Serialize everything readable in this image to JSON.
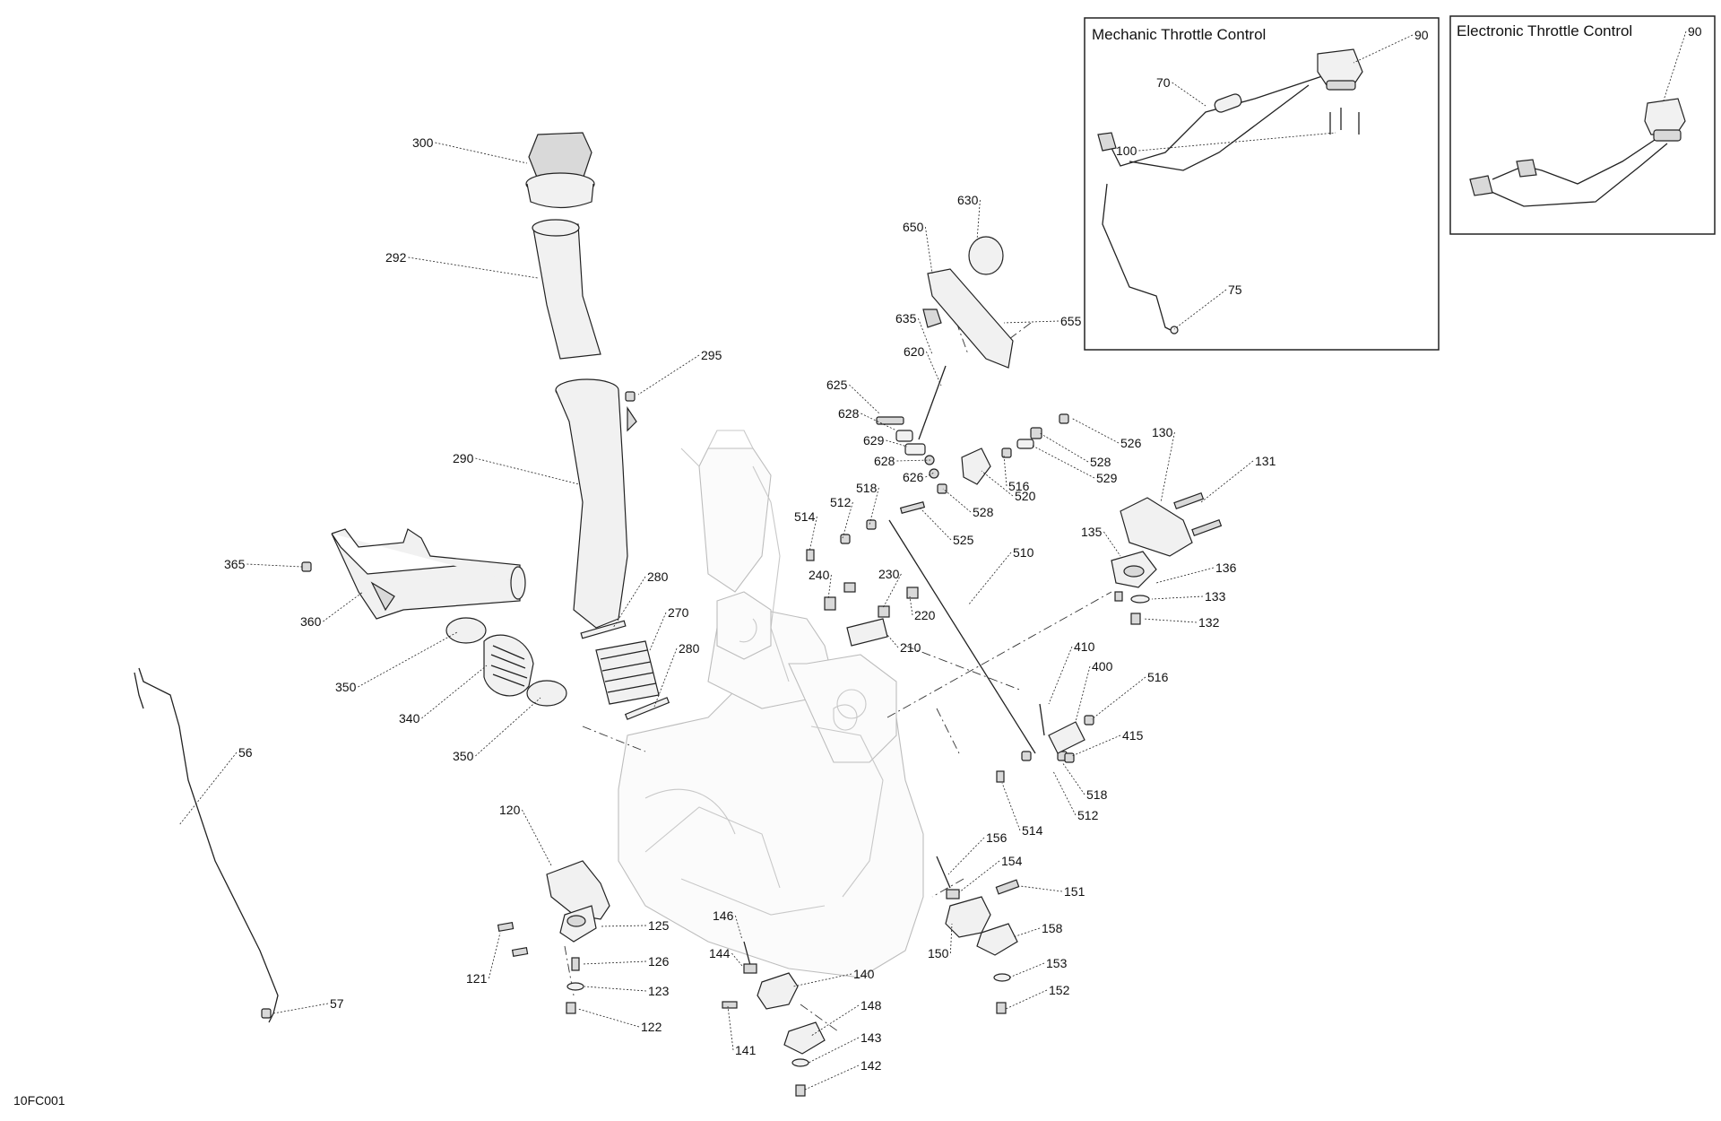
{
  "diagram": {
    "code": "10FC001",
    "insets": [
      {
        "id": "mechanic",
        "title": "Mechanic Throttle Control",
        "labels": [
          "90",
          "70",
          "100",
          "75"
        ]
      },
      {
        "id": "electronic",
        "title": "Electronic Throttle Control",
        "labels": [
          "90"
        ]
      }
    ],
    "labels": [
      "300",
      "292",
      "295",
      "290",
      "365",
      "360",
      "350",
      "340",
      "350",
      "280",
      "270",
      "280",
      "56",
      "57",
      "120",
      "121",
      "125",
      "126",
      "123",
      "122",
      "146",
      "144",
      "140",
      "141",
      "148",
      "143",
      "142",
      "156",
      "154",
      "151",
      "150",
      "158",
      "153",
      "152",
      "630",
      "650",
      "635",
      "655",
      "620",
      "625",
      "628",
      "629",
      "628",
      "626",
      "526",
      "528",
      "529",
      "516",
      "520",
      "528",
      "525",
      "518",
      "512",
      "514",
      "240",
      "230",
      "220",
      "210",
      "510",
      "130",
      "131",
      "135",
      "136",
      "133",
      "132",
      "410",
      "400",
      "516",
      "415",
      "518",
      "512",
      "514"
    ]
  }
}
